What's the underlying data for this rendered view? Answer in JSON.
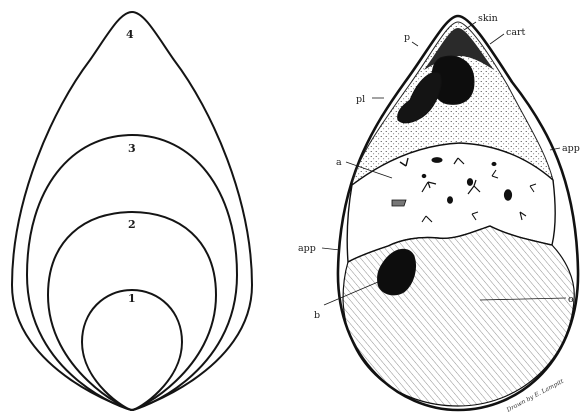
{
  "left_figure": {
    "curve_labels": [
      "1",
      "2",
      "3",
      "4"
    ]
  },
  "right_figure": {
    "labels": {
      "skin": "skin",
      "cart": "cart",
      "p": "p",
      "pl": "pl",
      "a": "a",
      "app_right": "app",
      "app_left": "app",
      "b": "b",
      "o": "o"
    },
    "signature": "Drawn by E. Lampitt"
  },
  "colors": {
    "ink": "#141414",
    "background": "#ffffff"
  }
}
